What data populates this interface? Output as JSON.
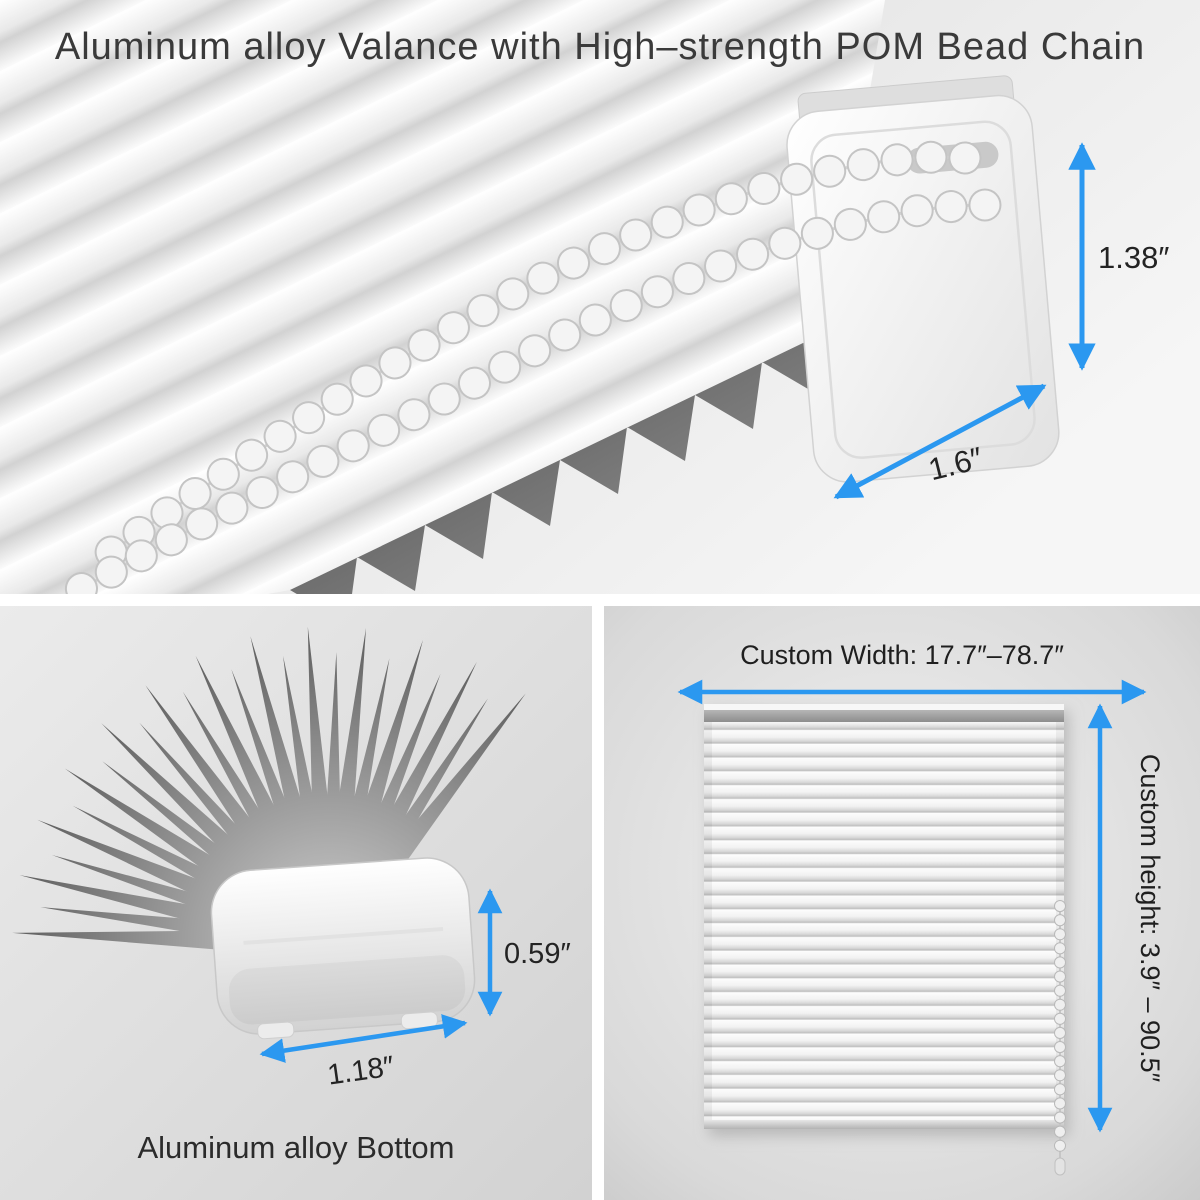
{
  "colors": {
    "arrow": "#2b98f0",
    "title_text": "#3a3a3a",
    "label_text": "#232323"
  },
  "panels": {
    "valance": {
      "title": "Aluminum alloy Valance with High–strength POM Bead Chain",
      "height_dim": "1.38″",
      "width_dim": "1.6″"
    },
    "bottom_rail": {
      "height_dim": "0.59″",
      "width_dim": "1.18″",
      "caption": "Aluminum alloy Bottom"
    },
    "size_range": {
      "width_label": "Custom Width: 17.7″–78.7″",
      "height_label": "Custom height: 3.9″ – 90.5″"
    }
  }
}
